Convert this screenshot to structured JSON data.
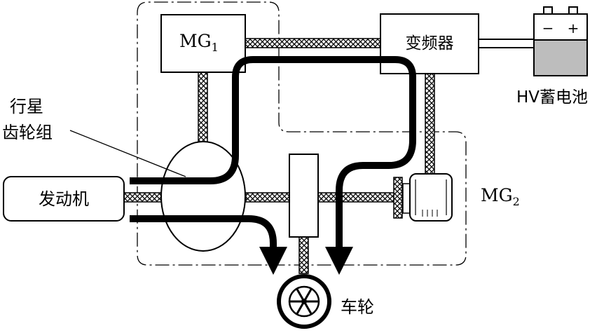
{
  "components": {
    "mg1": {
      "text": "MG",
      "sub": "1"
    },
    "inverter": "变频器",
    "battery": {
      "name": "HV蓄电池",
      "minus": "−",
      "plus": "+"
    },
    "planetary": {
      "line1": "行星",
      "line2": "齿轮组"
    },
    "engine": "发动机",
    "mg2": {
      "text": "MG",
      "sub": "2"
    },
    "wheel": "车轮"
  },
  "colors": {
    "line": "#000000",
    "battery_fill": "#bdbdbd",
    "background": "#ffffff"
  }
}
